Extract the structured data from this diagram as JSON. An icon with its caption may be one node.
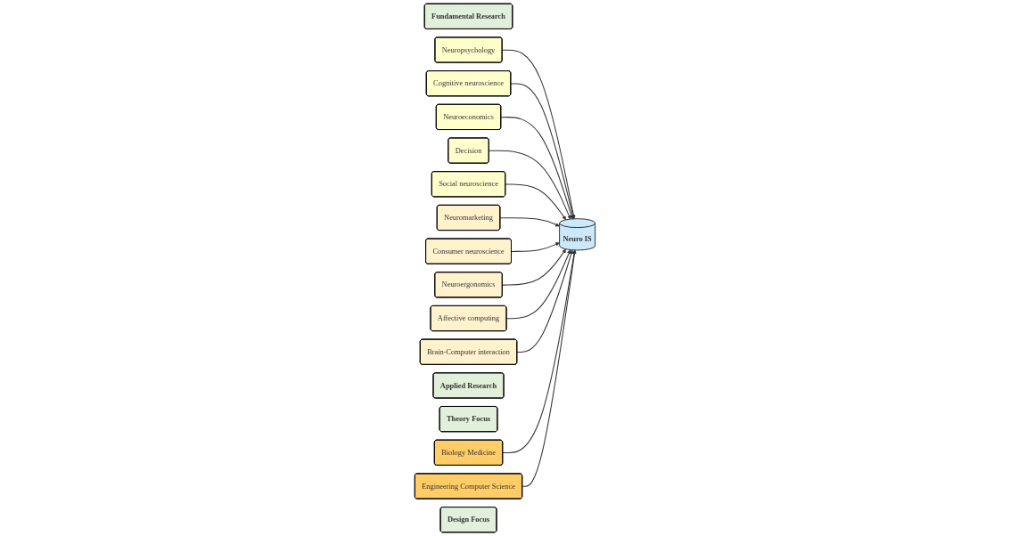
{
  "diagram": {
    "nodes": [
      {
        "text": [
          "Fundamental Research"
        ]
      },
      {
        "text": [
          "Neuropsychology"
        ]
      },
      {
        "text": [
          "Cognitive neuroscience"
        ]
      },
      {
        "text": [
          "Neuroeconomics"
        ]
      },
      {
        "text": [
          "Decision"
        ]
      },
      {
        "text": [
          "Social neuroscience"
        ]
      },
      {
        "text": [
          "Neuro IS"
        ]
      },
      {
        "text": [
          "Neuromarketing"
        ]
      },
      {
        "text": [
          "Consumer neuroscience"
        ]
      },
      {
        "text": [
          "Neuroergonomics"
        ]
      },
      {
        "text": [
          "Affective computing"
        ]
      },
      {
        "text": [
          "Brain-Computer interaction"
        ]
      },
      {
        "text": [
          "Applied Research"
        ]
      },
      {
        "text": [
          "Theory Focus"
        ]
      },
      {
        "text": [
          "Biology Medicine"
        ]
      },
      {
        "text": [
          "Engineering Computer Science"
        ]
      },
      {
        "text": [
          "Design Focus"
        ]
      }
    ],
    "edges": [
      {
        "from": 1,
        "to": 6,
        "arrow": "to"
      },
      {
        "from": 2,
        "to": 6,
        "arrow": "to"
      },
      {
        "from": 3,
        "to": 6,
        "arrow": "to"
      },
      {
        "from": 4,
        "to": 6,
        "arrow": "to"
      },
      {
        "from": 5,
        "to": 6,
        "arrow": "to"
      },
      {
        "from": 7,
        "to": 6,
        "arrow": "to"
      },
      {
        "from": 8,
        "to": 6,
        "arrow": "to"
      },
      {
        "from": 9,
        "to": 6,
        "arrow": "to"
      },
      {
        "from": 10,
        "to": 6,
        "arrow": "to"
      },
      {
        "from": 11,
        "to": 6,
        "arrow": "to"
      },
      {
        "from": 14,
        "to": 6,
        "arrow": "to"
      },
      {
        "from": 15,
        "to": 6,
        "arrow": "to"
      }
    ]
  }
}
